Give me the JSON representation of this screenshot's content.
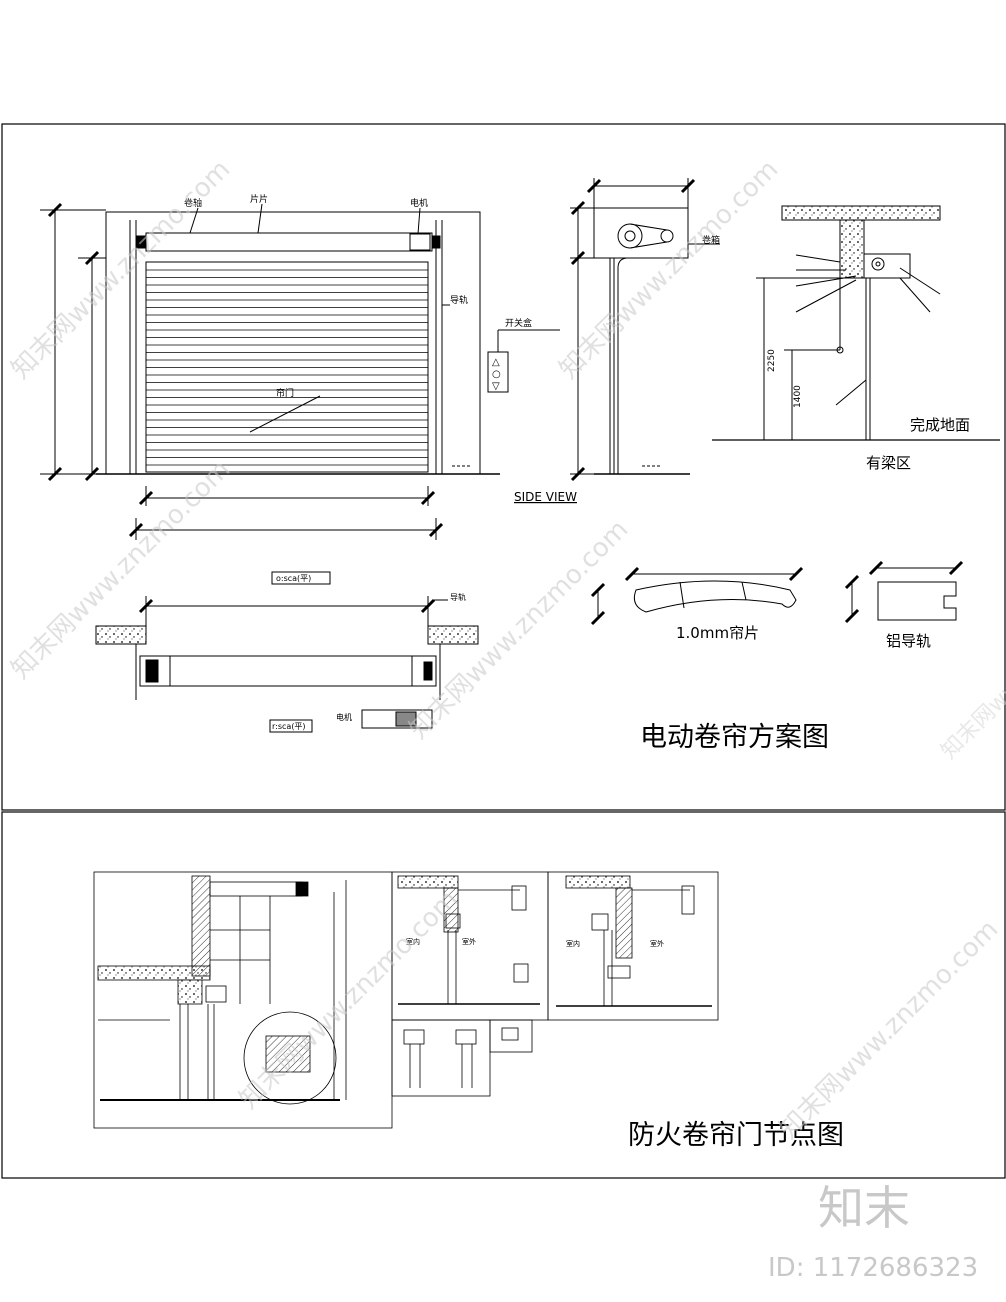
{
  "top_sheet": {
    "elevation_labels": {
      "roller": "卷轴",
      "slat": "片片",
      "motor": "电机",
      "guide_rail": "导轨",
      "curtain": "帘门",
      "control_box": "开关盒"
    },
    "control_buttons": [
      "△",
      "○",
      "▽"
    ],
    "side_view_label": "SIDE VIEW",
    "side_view_box_label": "卷箱",
    "section_labels": {
      "finish_floor": "完成地面",
      "beam_area": "有梁区",
      "dim_2250": "2250",
      "dim_1400": "1400"
    },
    "plan_scale_tag_1": "o:sca(平)",
    "plan_scale_tag_2": "r:sca(平)",
    "plan_labels": {
      "guide_rail": "导轨",
      "motor": "电机"
    },
    "detail_slat_caption": "1.0mm帘片",
    "detail_rail_caption": "铝导轨",
    "title": "电动卷帘方案图"
  },
  "bottom_sheet": {
    "title": "防火卷帘门节点图",
    "labels": {
      "indoor": "室内",
      "outdoor": "室外"
    }
  },
  "watermark": {
    "text": "知末网www.znzmo.com",
    "logo": "知末",
    "id": "ID: 1172686323"
  }
}
